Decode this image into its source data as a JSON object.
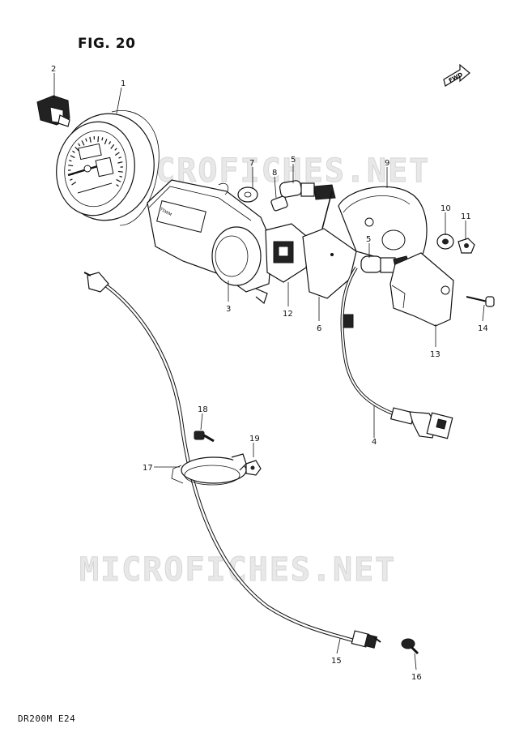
{
  "figure": {
    "title": "FIG. 20",
    "code": "DR200M  E24"
  },
  "watermark": "MICROFICHES.NET",
  "fwd_label": "FWD",
  "gauge_badge": "TSWM",
  "callouts": [
    "1",
    "2",
    "3",
    "4",
    "5",
    "5",
    "6",
    "7",
    "8",
    "9",
    "10",
    "11",
    "12",
    "13",
    "14",
    "15",
    "16",
    "17",
    "18",
    "19"
  ]
}
